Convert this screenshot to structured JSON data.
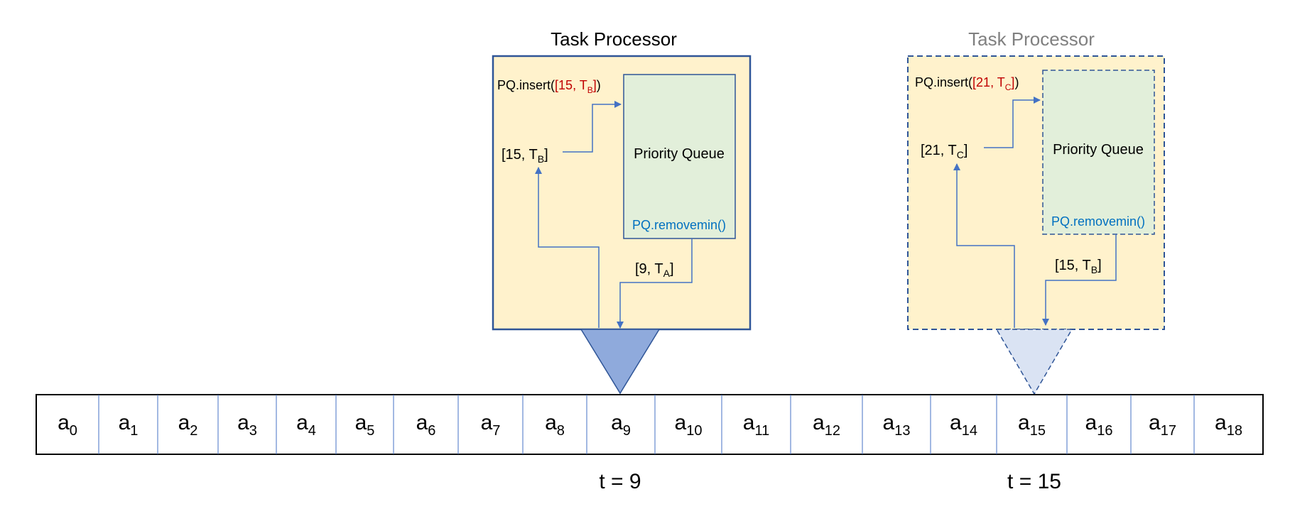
{
  "colors": {
    "processor_fill": "#FFF2CC",
    "processor_border": "#2F5597",
    "queue_fill": "#E2EFDA",
    "arrow": "#4472C4",
    "pointer_active": "#8FAADC",
    "pointer_faded": "#DAE3F3",
    "red_text": "#C00000",
    "blue_text": "#0070C0",
    "faded_title": "#808080"
  },
  "processors": [
    {
      "title": "Task Processor",
      "style": "solid",
      "insert_prefix": "PQ.insert(",
      "insert_arg_open": "[",
      "insert_arg_num": "15, T",
      "insert_arg_sub": "B",
      "insert_arg_close": "]",
      "insert_suffix": ")",
      "new_task_main": "[15, T",
      "new_task_sub": "B",
      "new_task_close": "]",
      "queue_label": "Priority Queue",
      "remove_label": "PQ.removemin()",
      "removed_main": "[9, T",
      "removed_sub": "A",
      "removed_close": "]"
    },
    {
      "title": "Task Processor",
      "style": "dashed",
      "insert_prefix": "PQ.insert(",
      "insert_arg_open": "[",
      "insert_arg_num": "21, T",
      "insert_arg_sub": "C",
      "insert_arg_close": "]",
      "insert_suffix": ")",
      "new_task_main": "[21, T",
      "new_task_sub": "C",
      "new_task_close": "]",
      "queue_label": "Priority Queue",
      "remove_label": "PQ.removemin()",
      "removed_main": "[15, T",
      "removed_sub": "B",
      "removed_close": "]"
    }
  ],
  "array": [
    {
      "base": "a",
      "sub": "0"
    },
    {
      "base": "a",
      "sub": "1"
    },
    {
      "base": "a",
      "sub": "2"
    },
    {
      "base": "a",
      "sub": "3"
    },
    {
      "base": "a",
      "sub": "4"
    },
    {
      "base": "a",
      "sub": "5"
    },
    {
      "base": "a",
      "sub": "6"
    },
    {
      "base": "a",
      "sub": "7"
    },
    {
      "base": "a",
      "sub": "8"
    },
    {
      "base": "a",
      "sub": "9"
    },
    {
      "base": "a",
      "sub": "10"
    },
    {
      "base": "a",
      "sub": "11"
    },
    {
      "base": "a",
      "sub": "12"
    },
    {
      "base": "a",
      "sub": "13"
    },
    {
      "base": "a",
      "sub": "14"
    },
    {
      "base": "a",
      "sub": "15"
    },
    {
      "base": "a",
      "sub": "16"
    },
    {
      "base": "a",
      "sub": "17"
    },
    {
      "base": "a",
      "sub": "18"
    }
  ],
  "time_labels": [
    "t = 9",
    "t = 15"
  ]
}
